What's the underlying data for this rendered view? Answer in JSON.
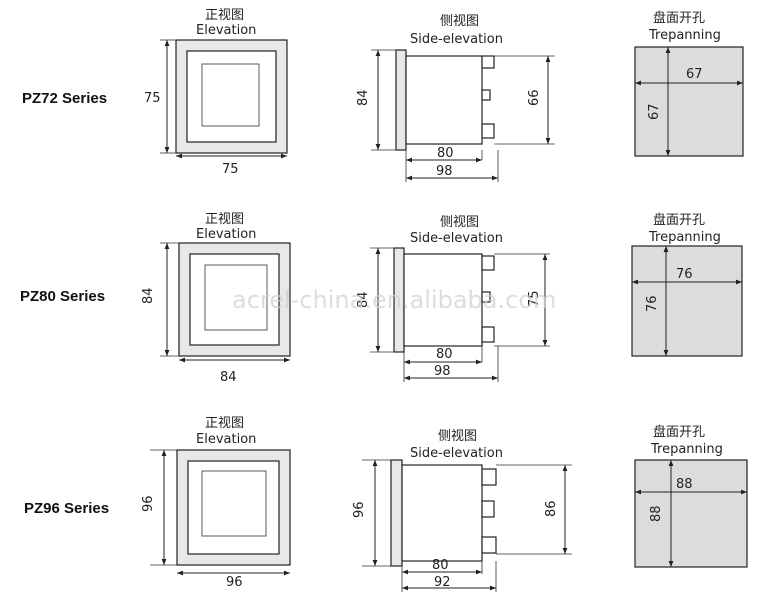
{
  "headers": {
    "elevation_cn": "正视图",
    "elevation_en": "Elevation",
    "side_cn": "侧视图",
    "side_en": "Side-elevation",
    "trepan_cn": "盘面开孔",
    "trepan_en": "Trepanning"
  },
  "watermark": "acrel-china.en.alibaba.com",
  "series": [
    {
      "label": "PZ72 Series",
      "front_w": "75",
      "front_h": "75",
      "side_h": "84",
      "side_body_h": "66",
      "side_depth_in": "80",
      "side_depth_total": "98",
      "cut_w": "67",
      "cut_h": "67"
    },
    {
      "label": "PZ80 Series",
      "front_w": "84",
      "front_h": "84",
      "side_h": "84",
      "side_body_h": "75",
      "side_depth_in": "80",
      "side_depth_total": "98",
      "cut_w": "76",
      "cut_h": "76"
    },
    {
      "label": "PZ96 Series",
      "front_w": "96",
      "front_h": "96",
      "side_h": "96",
      "side_body_h": "86",
      "side_depth_in": "80",
      "side_depth_total": "92",
      "cut_w": "88",
      "cut_h": "88"
    }
  ]
}
